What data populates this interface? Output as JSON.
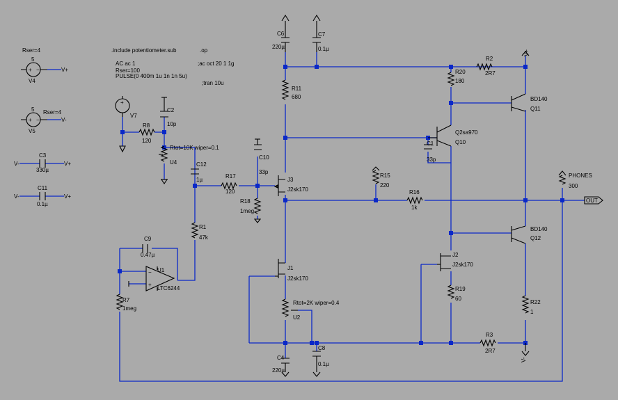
{
  "directives": {
    "include": ".include potentiometer.sub",
    "op": ".op",
    "ac": "AC ac 1",
    "ac_comment": ";ac oct 20 1 1g",
    "rser": "Rser=100",
    "pulse": "PULSE(0 400m 1u 1n 1n 5u)",
    "tran": ";tran 10u"
  },
  "v4": {
    "name": "V4",
    "value": "5",
    "rser": "Rser=4",
    "net": "V+"
  },
  "v5": {
    "name": "V5",
    "value": "5",
    "rser": "Rser=4",
    "net": "V-"
  },
  "c3": {
    "name": "C3",
    "value": "330µ",
    "left_net": "V-",
    "right_net": "V+"
  },
  "c11": {
    "name": "C11",
    "value": "0.1µ",
    "left_net": "V-",
    "right_net": "V+"
  },
  "v7": {
    "name": "V7"
  },
  "c2": {
    "name": "C2",
    "value": "10p"
  },
  "r8": {
    "name": "R8",
    "value": "120"
  },
  "u4": {
    "name": "U4",
    "spec": "Rtot=10K wiper=0.1"
  },
  "c12": {
    "name": "C12",
    "value": "1µ"
  },
  "r17": {
    "name": "R17",
    "value": "120"
  },
  "c10": {
    "name": "C10",
    "value": "33p"
  },
  "r18": {
    "name": "R18",
    "value": "1meg"
  },
  "r1": {
    "name": "R1",
    "value": "47k"
  },
  "c9": {
    "name": "C9",
    "value": "0.47µ"
  },
  "u1": {
    "name": "U1",
    "model": "LTC6244"
  },
  "r7": {
    "name": "R7",
    "value": "1meg"
  },
  "c6": {
    "name": "C6",
    "value": "220µ"
  },
  "c7": {
    "name": "C7",
    "value": "0.1µ"
  },
  "r11": {
    "name": "R11",
    "value": "680"
  },
  "j3": {
    "name": "J3",
    "model": "J2sk170"
  },
  "r15": {
    "name": "R15",
    "value": "220"
  },
  "r16": {
    "name": "R16",
    "value": "1k"
  },
  "r20": {
    "name": "R20",
    "value": "180"
  },
  "r2": {
    "name": "R2",
    "value": "2R7"
  },
  "vplus_flag": "V+",
  "q11": {
    "name": "Q11",
    "model": "BD140"
  },
  "q10": {
    "name": "Q10",
    "model": "Q2sa970"
  },
  "c1": {
    "name": "C1",
    "value": "33p"
  },
  "phones": {
    "name": "PHONES",
    "value": "300"
  },
  "out_port": "OUT",
  "q12": {
    "name": "Q12",
    "model": "BD140"
  },
  "j2": {
    "name": "J2",
    "model": "J2sk170"
  },
  "r19": {
    "name": "R19",
    "value": "60"
  },
  "r22": {
    "name": "R22",
    "value": "1"
  },
  "r3": {
    "name": "R3",
    "value": "2R7"
  },
  "vminus_flag": "V-",
  "j1": {
    "name": "J1",
    "model": "J2sk170"
  },
  "u2": {
    "name": "U2",
    "spec": "Rtot=2K wiper=0.4"
  },
  "c4": {
    "name": "C4",
    "value": "220µ"
  },
  "c8": {
    "name": "C8",
    "value": "0.1µ"
  }
}
